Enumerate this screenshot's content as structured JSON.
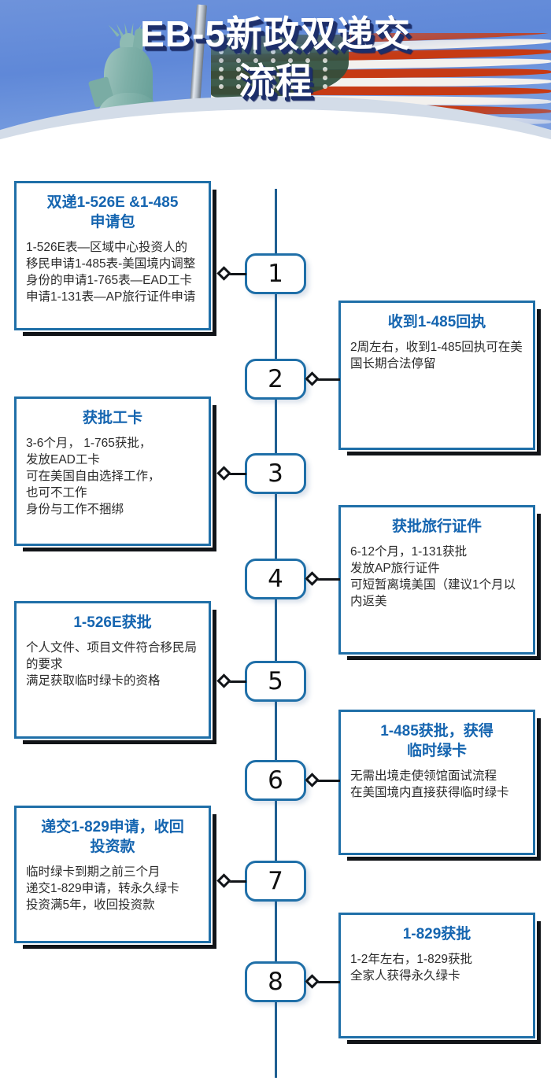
{
  "header": {
    "title_line1": "EB-5新政双递交",
    "title_line2": "流程",
    "icons": [
      "statue-of-liberty",
      "american-flag",
      "flag-pole"
    ],
    "colors": {
      "sky": "#6e93db",
      "title_text": "#ffffff",
      "title_shadow": "#1d2f6b",
      "curve_band": "#d3dce8"
    }
  },
  "theme": {
    "card_border": "#1f6fa8",
    "card_shadow": "#111418",
    "title_blue": "#1565b0",
    "body_text": "#2b2b2b",
    "spine": "#1f5f92"
  },
  "flow": {
    "steps": [
      {
        "number": "1",
        "side": "left",
        "title": "双递1-526E &1-485\n申请包",
        "body": "1-526E表—区域中心投资人的移民申请1-485表-美国境内调整身份的申请1-765表—EAD工卡申请1-131表—AP旅行证件申请"
      },
      {
        "number": "2",
        "side": "right",
        "title": "收到1-485回执",
        "body": "2周左右，收到1-485回执可在美国长期合法停留"
      },
      {
        "number": "3",
        "side": "left",
        "title": "获批工卡",
        "body": "3-6个月， 1-765获批，\n发放EAD工卡\n可在美国自由选择工作，\n也可不工作\n身份与工作不捆绑"
      },
      {
        "number": "4",
        "side": "right",
        "title": "获批旅行证件",
        "body": "6-12个月，1-131获批\n发放AP旅行证件\n可短暂离境美国（建议1个月以内返美"
      },
      {
        "number": "5",
        "side": "left",
        "title": "1-526E获批",
        "body": "个人文件、项目文件符合移民局的要求\n满足获取临时绿卡的资格"
      },
      {
        "number": "6",
        "side": "right",
        "title": "1-485获批，获得\n临时绿卡",
        "body": "无需出境走使领馆面试流程\n在美国境内直接获得临时绿卡"
      },
      {
        "number": "7",
        "side": "left",
        "title": "递交1-829申请，收回\n投资款",
        "body": "临时绿卡到期之前三个月\n递交1-829申请，转永久绿卡\n投资满5年，收回投资款"
      },
      {
        "number": "8",
        "side": "right",
        "title": "1-829获批",
        "body": "1-2年左右，1-829获批\n全家人获得永久绿卡"
      }
    ]
  }
}
